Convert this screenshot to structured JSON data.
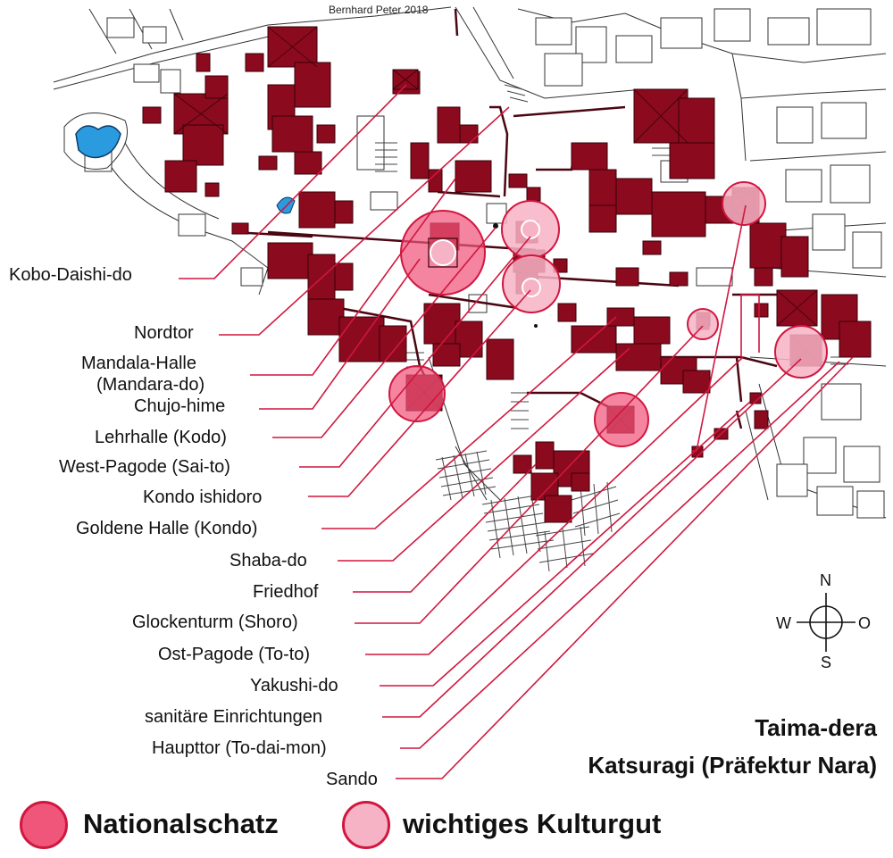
{
  "credit": "Bernhard Peter 2018",
  "title": {
    "line1": "Taima-dera",
    "line2": "Katsuragi (Präfektur Nara)"
  },
  "colors": {
    "building": "#8b0a1e",
    "national_treasure": "#f0557a",
    "cultural_property": "#f7b3c6",
    "leader_line": "#d0173f",
    "water": "#2b9be0"
  },
  "labels": [
    "Kobo-Daishi-do",
    "Nordtor",
    "Mandala-Halle",
    "(Mandara-do)",
    "Chujo-hime",
    "Lehrhalle (Kodo)",
    "West-Pagode (Sai-to)",
    "Kondo ishidoro",
    "Goldene Halle (Kondo)",
    "Shaba-do",
    "Friedhof",
    "Glockenturm (Shoro)",
    "Ost-Pagode (To-to)",
    "Yakushi-do",
    "sanitäre Einrichtungen",
    "Haupttor (To-dai-mon)",
    "Sando"
  ],
  "compass": {
    "north": "N",
    "south": "S",
    "west": "W",
    "east": "O"
  },
  "legend": {
    "national_treasure": "Nationalschatz",
    "cultural_property": "wichtiges Kulturgut"
  }
}
